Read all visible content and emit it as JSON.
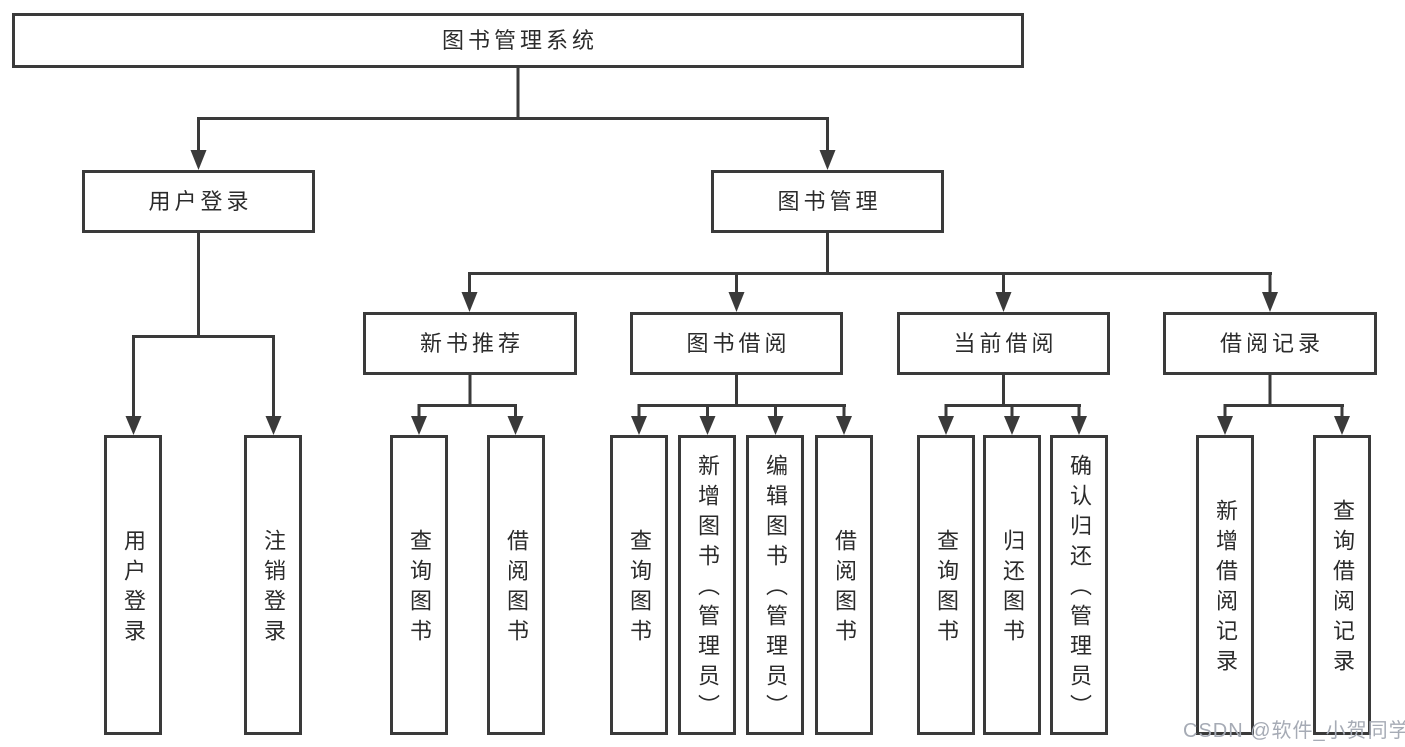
{
  "diagram": {
    "root": {
      "label": "图书管理系统"
    },
    "branches": [
      {
        "label": "用户登录",
        "children": [
          {
            "label": "用户登录"
          },
          {
            "label": "注销登录"
          }
        ]
      },
      {
        "label": "图书管理",
        "children": [
          {
            "label": "新书推荐",
            "children": [
              {
                "label": "查询图书"
              },
              {
                "label": "借阅图书"
              }
            ]
          },
          {
            "label": "图书借阅",
            "children": [
              {
                "label": "查询图书"
              },
              {
                "label": "新增图书（管理员）"
              },
              {
                "label": "编辑图书（管理员）"
              },
              {
                "label": "借阅图书"
              }
            ]
          },
          {
            "label": "当前借阅",
            "children": [
              {
                "label": "查询图书"
              },
              {
                "label": "归还图书"
              },
              {
                "label": "确认归还（管理员）"
              }
            ]
          },
          {
            "label": "借阅记录",
            "children": [
              {
                "label": "新增借阅记录"
              },
              {
                "label": "查询借阅记录"
              }
            ]
          }
        ]
      }
    ]
  },
  "watermark": {
    "text": "CSDN @软件_小贺同学"
  },
  "colors": {
    "line": "#3a3a3a",
    "text": "#2b2b2b",
    "watermark": "#a6abb5",
    "background": "#ffffff"
  }
}
